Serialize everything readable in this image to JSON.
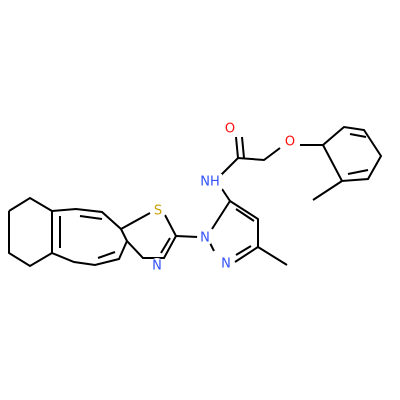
{
  "colors": {
    "bond": "#000000",
    "oxygen": "#ff0d0d",
    "nitrogen": "#3050f8",
    "sulfur": "#c8a000",
    "background": "#ffffff"
  },
  "atoms": {
    "carbonyl_oxygen": "O",
    "ether_oxygen": "O",
    "amide_nh": "NH",
    "thiazole_sulfur": "S",
    "thiazole_nitrogen": "N",
    "pyrazole_n1": "N",
    "pyrazole_n2": "N"
  }
}
